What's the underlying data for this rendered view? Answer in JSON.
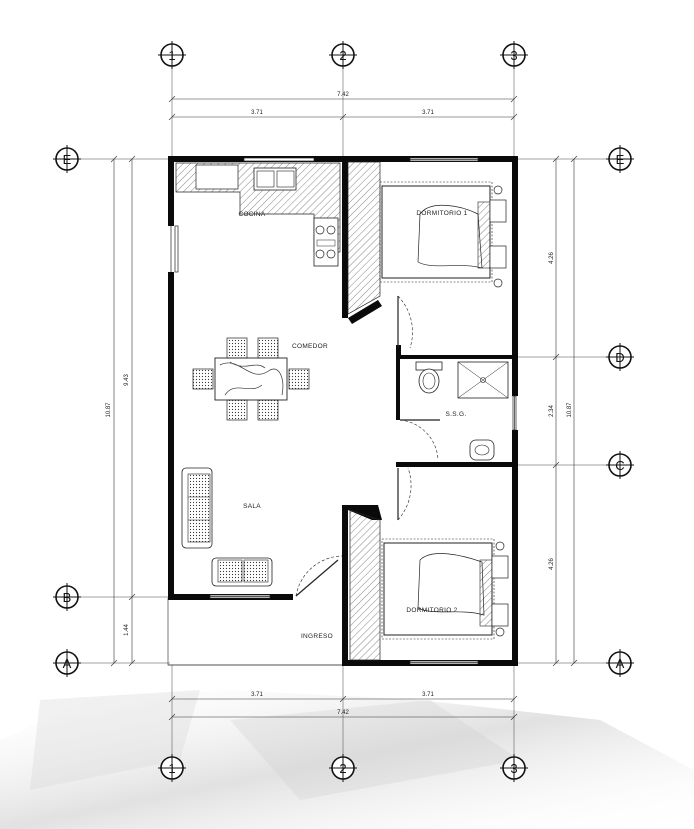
{
  "grid": {
    "columns": [
      "1",
      "2",
      "3"
    ],
    "rows": [
      "E",
      "D",
      "C",
      "B",
      "A"
    ]
  },
  "dimensions": {
    "top_total": "7.42",
    "top_left": "3.71",
    "top_right": "3.71",
    "bottom_total": "7.42",
    "bottom_left": "3.71",
    "bottom_right": "3.71",
    "left_total": "10.87",
    "left_upper": "9.43",
    "left_lower": "1.44",
    "right_upper": "4.26",
    "right_mid": "2.34",
    "right_lower": "4.26",
    "right_total": "10.87"
  },
  "rooms": {
    "cocina": "COCINA",
    "comedor": "COMEDOR",
    "sala": "SALA",
    "ingreso": "INGRESO",
    "dormitorio1": "DORMITORIO 1",
    "dormitorio2": "DORMITORIO 2",
    "ssg": "S.S.G."
  },
  "colors": {
    "wall": "#0a0a0a",
    "line": "#222222",
    "shadow": "#d0d0d0"
  }
}
